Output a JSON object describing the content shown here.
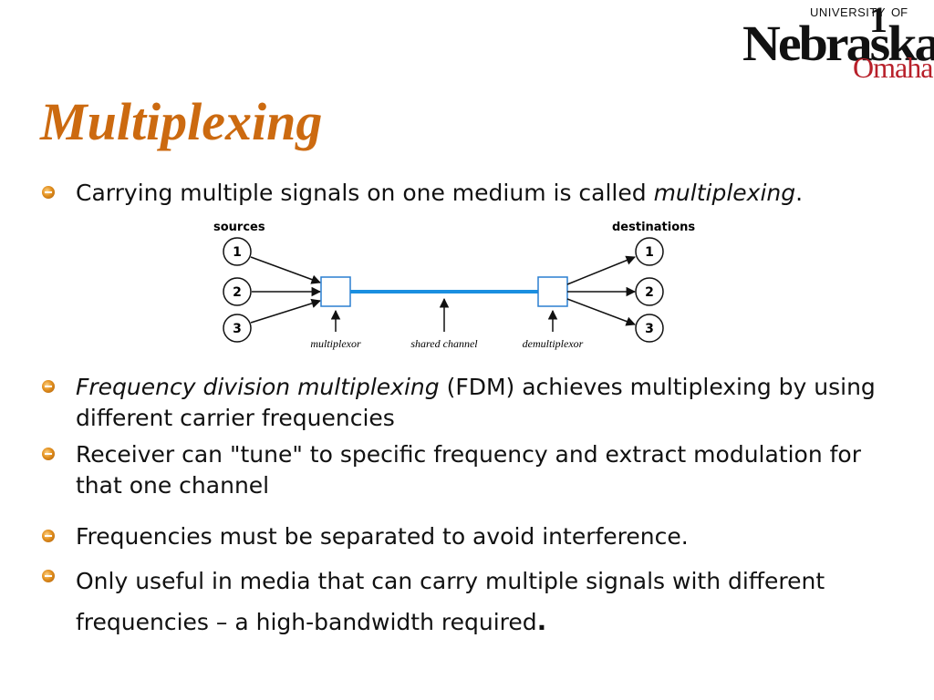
{
  "logo": {
    "university": "UNIVERSITY",
    "of": "OF",
    "one": "1",
    "name": "Nebraska",
    "campus": "Omaha",
    "colors": {
      "name": "#111111",
      "campus": "#b8202a"
    }
  },
  "slide": {
    "title": "Multiplexing",
    "accent_color": "#cc6a10",
    "bullets": [
      {
        "text_before": "Carrying multiple signals on one medium is called ",
        "emphasis": "multiplexing",
        "text_after": "."
      },
      {
        "emphasis": "Frequency division multiplexing",
        "text_after": " (FDM) achieves multiplexing by using different carrier frequencies"
      },
      {
        "text": "Receiver can \"tune\" to specific frequency and extract modulation for that one channel"
      },
      {
        "text": "Frequencies must be separated to avoid interference."
      },
      {
        "text": "Only useful in media that can carry multiple signals with different frequencies – a high-bandwidth required",
        "bold_end": "."
      }
    ]
  },
  "diagram": {
    "sources_label": "sources",
    "destinations_label": "destinations",
    "source_nodes": [
      "1",
      "2",
      "3"
    ],
    "destination_nodes": [
      "1",
      "2",
      "3"
    ],
    "multiplexor_label": "multiplexor",
    "channel_label": "shared channel",
    "demultiplexor_label": "demultiplexor",
    "channel_color": "#1a8fe0",
    "box_color": "#2a7fd0"
  }
}
